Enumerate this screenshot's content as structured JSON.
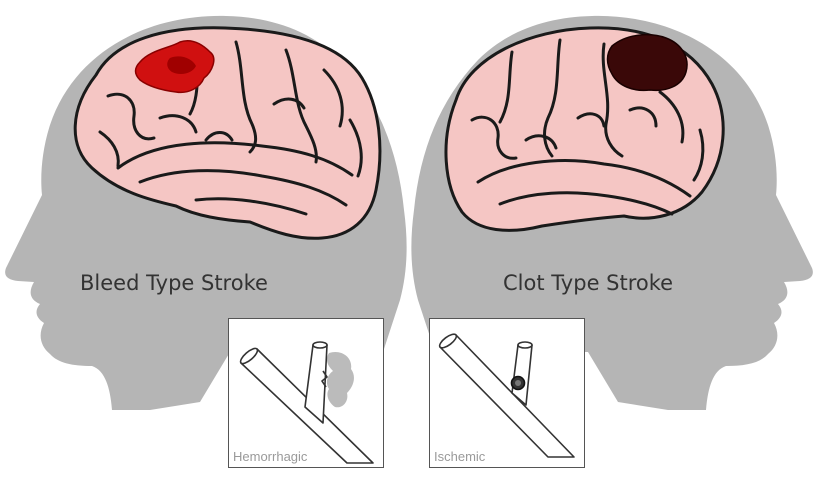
{
  "labels": {
    "bleed": "Bleed Type Stroke",
    "clot": "Clot Type Stroke"
  },
  "insets": {
    "hemorrhagic": "Hemorrhagic",
    "ischemic": "Ischemic"
  },
  "colors": {
    "head_silhouette": "#b5b5b5",
    "brain_fill": "#f5c6c4",
    "brain_outline": "#1a1a1a",
    "bleed_region": "#d01010",
    "clot_region": "#3a0808",
    "leak": "#bbbbbb"
  },
  "icons": {
    "head_left": "head-silhouette-facing-left",
    "head_right": "head-silhouette-facing-right",
    "brain": "brain-side-view",
    "vessel": "blood-vessel-branch",
    "clot": "clot-dot"
  }
}
